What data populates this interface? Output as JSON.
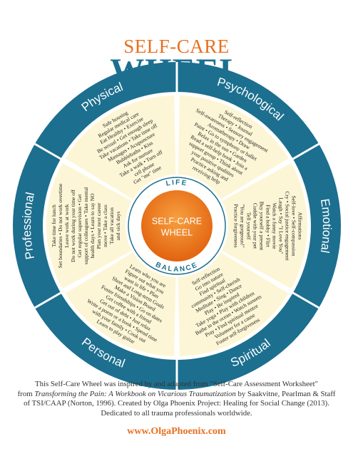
{
  "header": {
    "title_top": "SELF-CARE",
    "title_main": "WHEEL"
  },
  "center": {
    "line1": "SELF-CARE",
    "line2": "WHEEL",
    "ring_top": "LIFE",
    "ring_bottom": "BALANCE"
  },
  "colors": {
    "teal": "#1c6f8f",
    "orange": "#e8701f",
    "cream": "#fdf6d6",
    "white": "#ffffff"
  },
  "segments": [
    {
      "name": "Psychological",
      "items": [
        "Self-reflection",
        "Therapy • Journal",
        "Self-awareness • Sensory engagement",
        "Aromatherapy • Draw",
        "Paint • Go to symphony or ballet",
        "Relax in the sun • Garden",
        "Read a self-help book • Join a",
        "support group • Think about",
        "your positive qualities",
        "Practice asking and",
        "receiving help"
      ]
    },
    {
      "name": "Emotional",
      "items": [
        "Affirmations",
        "Self-love • Self-compassion",
        "Cry • Social justice engagement",
        "Laugh • Say \"I Love You\"",
        "Watch a funny movie",
        "Find a hobby • Flirt",
        "Buy yourself a present",
        "Cuddle with your pet",
        "Tell yourself",
        "\"You are gorgeous!\"",
        "Practice forgiveness"
      ]
    },
    {
      "name": "Spiritual",
      "items": [
        "Self-reflection",
        "Go into nature",
        "Find spiritual",
        "community • Self-cherish",
        "Meditate • Sing • Dance",
        "Play • Be inspired",
        "Take yoga • Play with children",
        "Bathe in the ocean • Watch sunsets",
        "Pray • Find spiritual mentor",
        "Volunteer for a cause",
        "Foster self-forgiveness"
      ]
    },
    {
      "name": "Personal",
      "items": [
        "Learn who you are",
        "Figure out what you",
        "want in life • Plan",
        "Short and Long-term Goals",
        "Make a Vision Board",
        "Foster friendships • Go on dates",
        "Get coffee with a friend",
        "Get out of debt • Just relax",
        "Write a poem or a book • Spend time",
        "with your family • Cook out",
        "Learn to play guitar"
      ]
    },
    {
      "name": "Professional",
      "items": [
        "Take time for lunch",
        "Set boundaries • Do not work overtime",
        "Leave work at work",
        "Do not work during your time off",
        "Get regular supervision • Get",
        "support of colleagues • Take mental",
        "health days • Learn to say NO",
        "Plan your next career",
        "move • Take a class",
        "Take all vacation",
        "and sick days"
      ]
    },
    {
      "name": "Physical",
      "items": [
        "Safe housing",
        "Regular medical care",
        "Eat Healthy • Exercise",
        "Be sexual • Get enough sleep",
        "Take vacations • Take time off",
        "Massages • Acupuncture",
        "Bubblebaths • Kiss",
        "Ask for nurture",
        "Take a walk • Turn off",
        "cell phone",
        "Get \"me\" time"
      ]
    }
  ],
  "footer": {
    "line1": "This Self-Care Wheel was inspired by and adapted from \"Self-Care Assessment Worksheet\"",
    "line2_prefix": "from",
    "line2_book": "Transforming the Pain: A Workbook on Vicarious Traumatization",
    "line2_suffix": "by Saakvitne, Pearlman & Staff",
    "line3": "of TSI/CAAP (Norton, 1996). Created by Olga Phoenix Project: Healing for Social Change (2013).",
    "line4": "Dedicated to all trauma professionals worldwide.",
    "website": "www.OlgaPhoenix.com"
  }
}
